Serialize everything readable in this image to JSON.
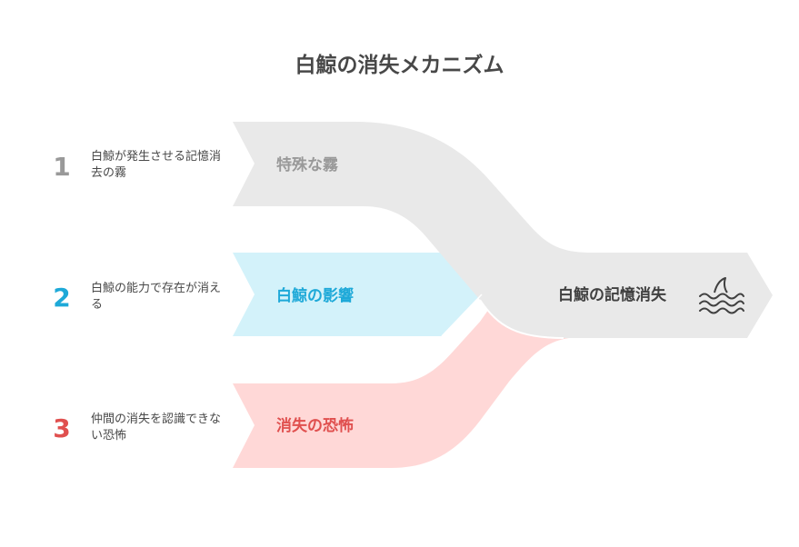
{
  "title": "白鯨の消失メカニズム",
  "steps": [
    {
      "number": "1",
      "description": "白鯨が発生させる記憶消去の霧",
      "label": "特殊な霧",
      "color": "#999999",
      "band_fill": "#e9e9e9"
    },
    {
      "number": "2",
      "description": "白鯨の能力で存在が消える",
      "label": "白鯨の影響",
      "color": "#1ea9d8",
      "band_fill": "#d3f2fa"
    },
    {
      "number": "3",
      "description": "仲間の消失を認識できない恐怖",
      "label": "消失の恐怖",
      "color": "#e0504f",
      "band_fill": "#ffd8d7"
    }
  ],
  "outcome": {
    "label": "白鯨の記憶消失",
    "icon": "shark-fin-waves-icon",
    "fill": "#e9e9e9"
  }
}
